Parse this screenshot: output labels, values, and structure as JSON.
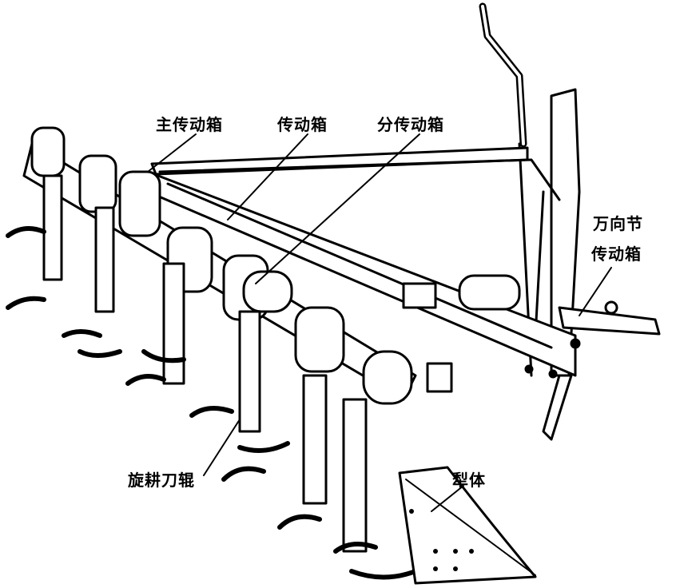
{
  "labels": {
    "main_gearbox": "主传动箱",
    "gearbox": "传动箱",
    "sub_gearbox": "分传动箱",
    "universal_joint_line1": "万向节",
    "universal_joint_line2": "传动箱",
    "rotary_tiller_shaft": "旋耕刀辊",
    "plow_body": "犁体"
  }
}
